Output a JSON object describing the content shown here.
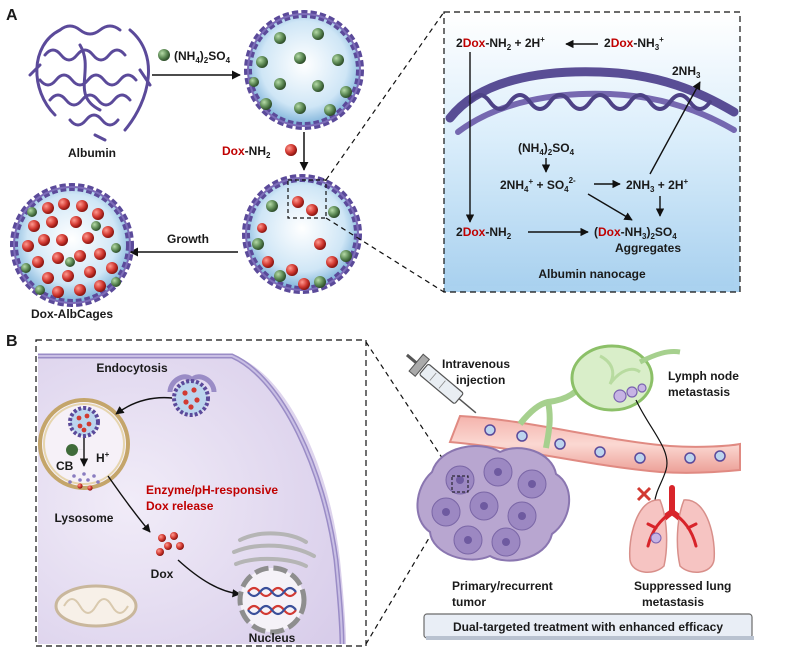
{
  "panel_a": {
    "letter": "A",
    "albumin": "Albumin",
    "reagent_prefix": "(NH",
    "reagent_sub1": "4",
    "reagent_mid": ")",
    "reagent_sub2": "2",
    "reagent_suffix": "SO",
    "reagent_sub3": "4",
    "dox_word": "Dox",
    "dox_nh2": "-NH",
    "dox_nh2_sub": "2",
    "growth": "Growth",
    "final_product": "Dox-AlbCages",
    "inset": {
      "eq_top_left_coef": "2",
      "eq_top_left_dox": "Dox",
      "eq_top_left_rest": "-NH",
      "eq_top_left_sub": "2",
      "eq_top_left_plus": " + 2H",
      "eq_top_left_sup": "+",
      "eq_top_right_coef": "2",
      "eq_top_right_dox": "Dox",
      "eq_top_right_rest": "-NH",
      "eq_top_right_sub": "3",
      "eq_top_right_sup": "+",
      "nh3_gas": "2NH",
      "nh3_gas_sub": "3",
      "salt": "(NH",
      "salt_sub1": "4",
      "salt_mid": ")",
      "salt_sub2": "2",
      "salt_end": "SO",
      "salt_sub3": "4",
      "ions_a": "2NH",
      "ions_a_sub": "4",
      "ions_a_sup": "+",
      "ions_b": " + SO",
      "ions_b_sub": "4",
      "ions_b_sup": "2-",
      "nh3_h": "2NH",
      "nh3_h_sub": "3",
      "nh3_h_rest": " + 2H",
      "nh3_h_sup": "+",
      "bottom_coef": "2",
      "bottom_dox": "Dox",
      "bottom_rest": "-NH",
      "bottom_sub": "2",
      "product_open": "(",
      "product_dox": "Dox",
      "product_rest": "-NH",
      "product_sub1": "3",
      "product_close": ")",
      "product_sub2": "2",
      "product_end": "SO",
      "product_sub3": "4",
      "aggregates": "Aggregates",
      "caption": "Albumin nanocage"
    }
  },
  "panel_b": {
    "letter": "B",
    "endocytosis": "Endocytosis",
    "cb": "CB",
    "h_plus": "H",
    "h_plus_sup": "+",
    "lysosome": "Lysosome",
    "release_line1": "Enzyme/pH-responsive",
    "release_line2": "Dox release",
    "dox": "Dox",
    "nucleus": "Nucleus",
    "injection_line1": "Intravenous",
    "injection_line2": "injection",
    "lymph_line1": "Lymph node",
    "lymph_line2": "metastasis",
    "tumor_line1": "Primary/recurrent",
    "tumor_line2": "tumor",
    "lung_line1": "Suppressed lung",
    "lung_line2": "metastasis",
    "banner": "Dual-targeted treatment with enhanced efficacy"
  },
  "colors": {
    "dox_red": "#c00000",
    "protein_purple": "#5b4a9a",
    "green_particle": "#5d8a55",
    "red_particle": "#d23a32"
  }
}
